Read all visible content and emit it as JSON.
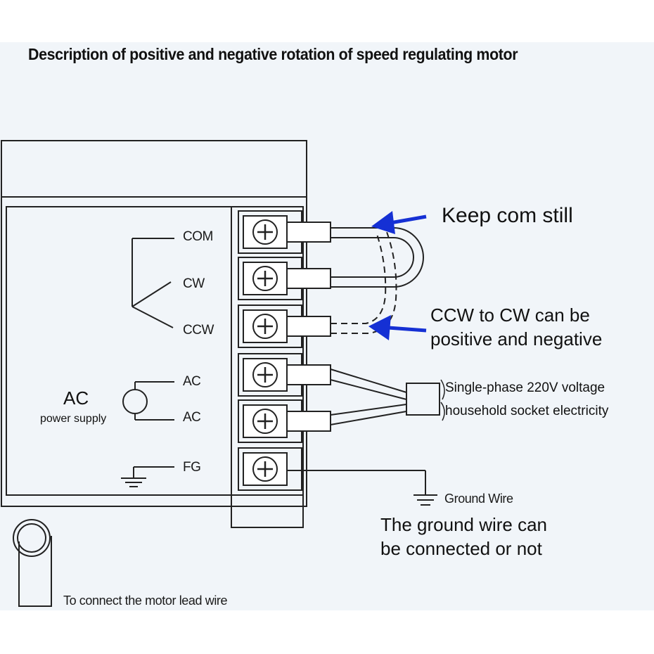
{
  "title": "Description of positive and negative rotation of speed regulating motor",
  "terminals": [
    "COM",
    "CW",
    "CCW",
    "AC",
    "AC",
    "FG"
  ],
  "power_label": {
    "line1": "AC",
    "line2": "power supply"
  },
  "annotations": {
    "keep_com": "Keep com still",
    "ccw_cw_line1": "CCW to CW can be",
    "ccw_cw_line2": "positive and negative",
    "supply_line1": "Single-phase 220V voltage",
    "supply_line2": "household socket electricity",
    "ground_wire": "Ground Wire",
    "ground_note_line1": "The ground wire can",
    "ground_note_line2": "be connected or not",
    "motor_lead": "To connect the motor lead wire"
  },
  "colors": {
    "arrow": "#1530d4",
    "line": "#222222",
    "panel": "#f1f5f9"
  },
  "icons": [
    "terminal-screw-icon",
    "switch-symbol-icon",
    "ac-source-icon",
    "ground-symbol-icon",
    "arrow-left-icon"
  ]
}
